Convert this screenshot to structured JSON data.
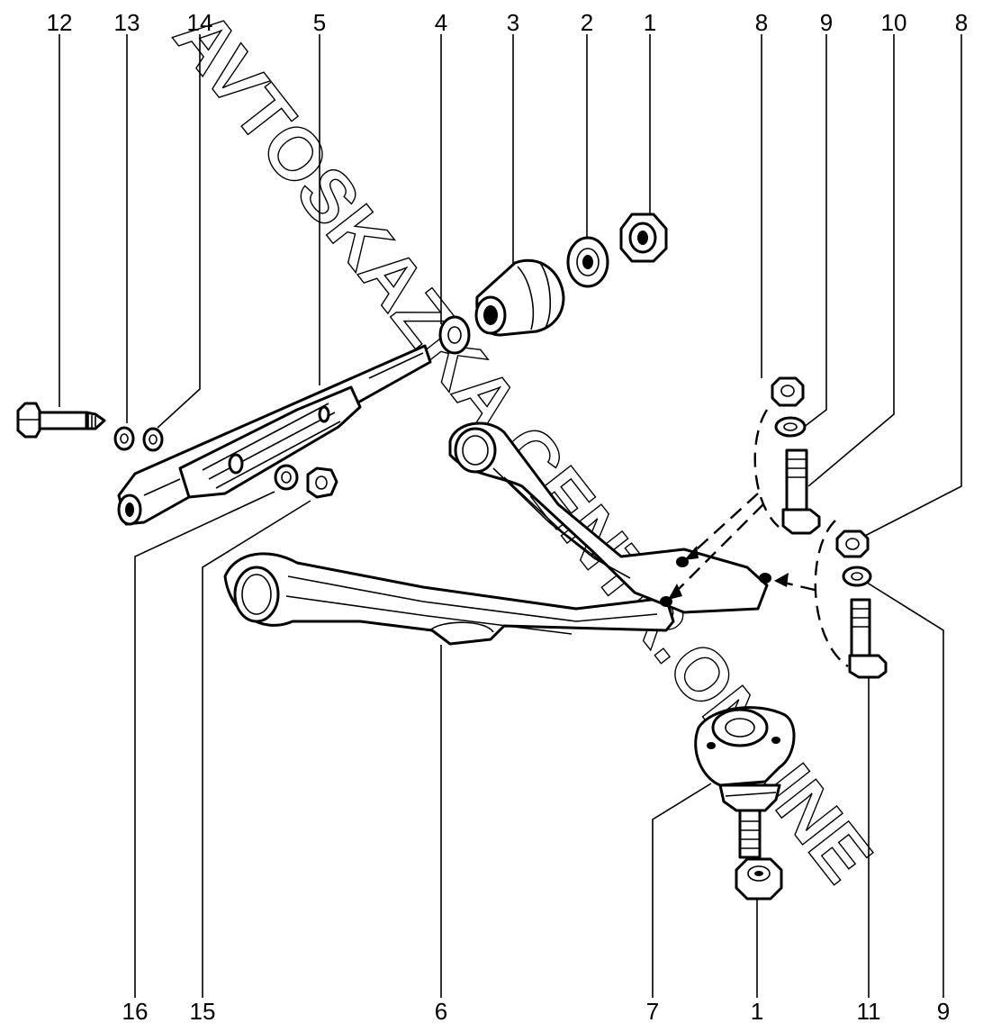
{
  "watermark": "AVTOSKAZKA.CENTR.ONLINE",
  "callouts": {
    "c12": "12",
    "c13": "13",
    "c14": "14",
    "c5": "5",
    "c4": "4",
    "c3": "3",
    "c2": "2",
    "c1_top": "1",
    "c8_left": "8",
    "c9_top": "9",
    "c10": "10",
    "c8_right": "8",
    "c16": "16",
    "c15": "15",
    "c6": "6",
    "c7": "7",
    "c1_bottom": "1",
    "c11": "11",
    "c9_bottom": "9"
  }
}
